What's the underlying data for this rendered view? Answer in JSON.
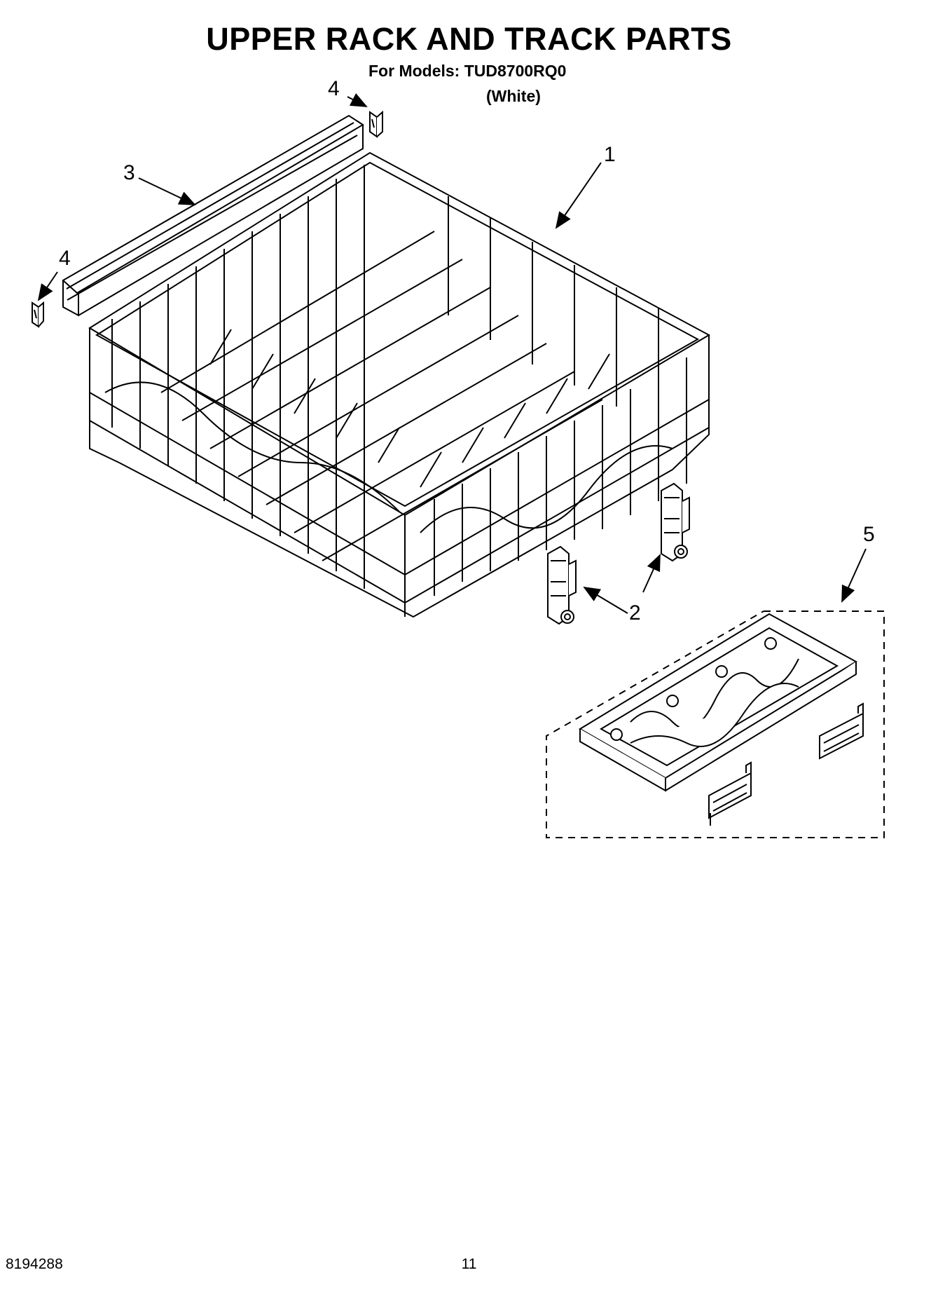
{
  "header": {
    "title": "UPPER RACK AND TRACK PARTS",
    "models_line": "For Models: TUD8700RQ0",
    "color_line": "(White)"
  },
  "callouts": {
    "rack": "1",
    "adjusters": "2",
    "track": "3",
    "stop_top": "4",
    "stop_left": "4",
    "tray": "5"
  },
  "footer": {
    "doc_number": "8194288",
    "page_number": "11"
  }
}
